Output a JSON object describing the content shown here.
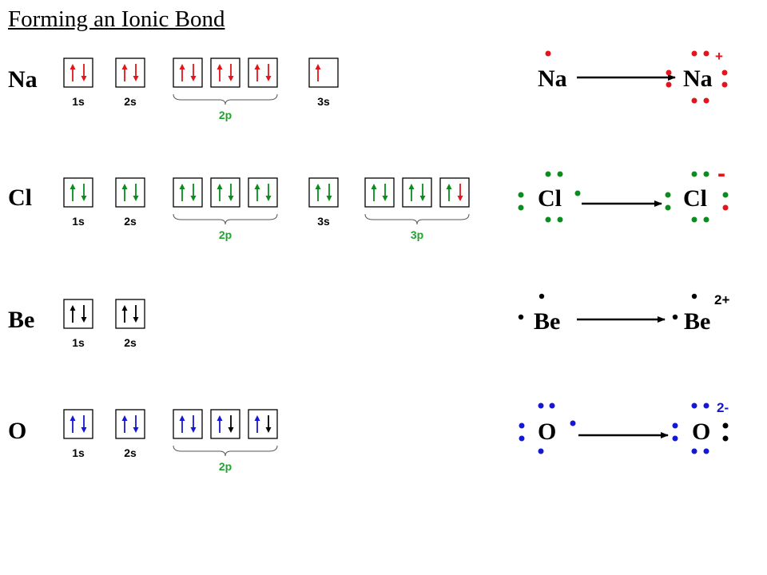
{
  "title": "Forming an Ionic Bond",
  "colors": {
    "red": "#e3141b",
    "green": "#0a8c1e",
    "blue": "#1616d6",
    "black": "#000000",
    "label_green": "#22a22f"
  },
  "elements": [
    {
      "symbol": "Na",
      "orbitals": [
        {
          "label": "1s",
          "boxes": [
            [
              "red",
              "red"
            ]
          ]
        },
        {
          "label": "2s",
          "boxes": [
            [
              "red",
              "red"
            ]
          ]
        },
        {
          "label": "2p",
          "boxes": [
            [
              "red",
              "red"
            ],
            [
              "red",
              "red"
            ],
            [
              "red",
              "red"
            ]
          ]
        },
        {
          "label": "3s",
          "boxes": [
            [
              "red",
              ""
            ]
          ]
        }
      ]
    },
    {
      "symbol": "Cl",
      "orbitals": [
        {
          "label": "1s",
          "boxes": [
            [
              "green",
              "green"
            ]
          ]
        },
        {
          "label": "2s",
          "boxes": [
            [
              "green",
              "green"
            ]
          ]
        },
        {
          "label": "2p",
          "boxes": [
            [
              "green",
              "green"
            ],
            [
              "green",
              "green"
            ],
            [
              "green",
              "green"
            ]
          ]
        },
        {
          "label": "3s",
          "boxes": [
            [
              "green",
              "green"
            ]
          ]
        },
        {
          "label": "3p",
          "boxes": [
            [
              "green",
              "green"
            ],
            [
              "green",
              "green"
            ],
            [
              "green",
              "red"
            ]
          ]
        }
      ]
    },
    {
      "symbol": "Be",
      "orbitals": [
        {
          "label": "1s",
          "boxes": [
            [
              "black",
              "black"
            ]
          ]
        },
        {
          "label": "2s",
          "boxes": [
            [
              "black",
              "black"
            ]
          ]
        }
      ]
    },
    {
      "symbol": "O",
      "orbitals": [
        {
          "label": "1s",
          "boxes": [
            [
              "blue",
              "blue"
            ]
          ]
        },
        {
          "label": "2s",
          "boxes": [
            [
              "blue",
              "blue"
            ]
          ]
        },
        {
          "label": "2p",
          "boxes": [
            [
              "blue",
              "blue"
            ],
            [
              "blue",
              "black"
            ],
            [
              "blue",
              "black"
            ]
          ]
        }
      ]
    }
  ],
  "reactions": [
    {
      "left_symbol": "Na",
      "right_symbol": "Na",
      "charge": "+"
    },
    {
      "left_symbol": "Cl",
      "right_symbol": "Cl",
      "charge": "-"
    },
    {
      "left_symbol": "Be",
      "right_symbol": "Be",
      "charge": "2+"
    },
    {
      "left_symbol": "O",
      "right_symbol": "O",
      "charge": "2-"
    }
  ]
}
